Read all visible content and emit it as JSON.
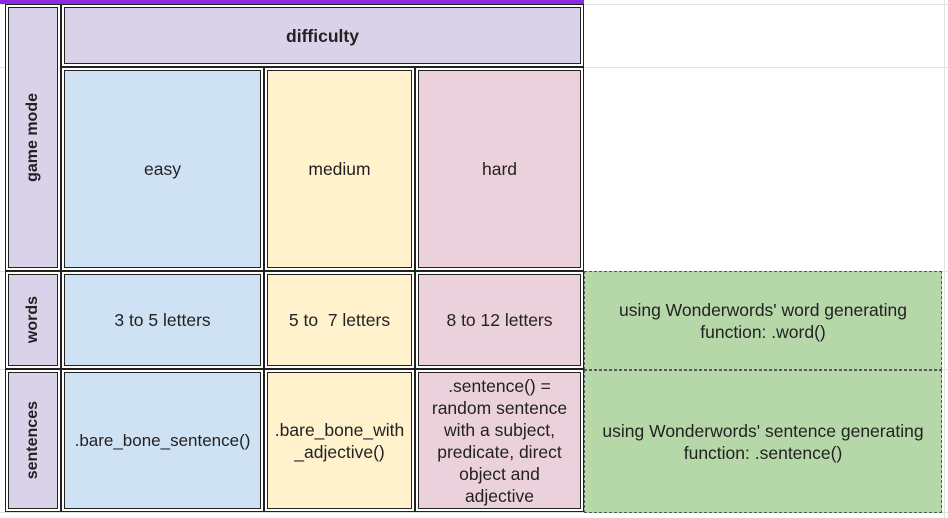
{
  "table": {
    "header": {
      "difficulty": "difficulty",
      "game_mode": "game mode"
    },
    "columns": [
      "easy",
      "medium",
      "hard"
    ],
    "rows": [
      {
        "label": "words",
        "cells": [
          "3 to 5 letters",
          "5 to  7 letters",
          "8 to 12 letters"
        ],
        "note": "using Wonderwords' word generating function: .word()"
      },
      {
        "label": "sentences",
        "cells": [
          ".bare_bone_sentence()",
          ".bare_bone_with _adjective()",
          ".sentence() = random sentence with a subject, predicate, direct object and adjective"
        ],
        "note": "using Wonderwords' sentence generating function: .sentence()"
      }
    ]
  },
  "colors": {
    "header": "#d9d2e9",
    "easy": "#cfe2f3",
    "medium": "#fff2cc",
    "hard": "#ead1dc",
    "note": "#b6d7a8",
    "accent": "#8a2be2"
  }
}
